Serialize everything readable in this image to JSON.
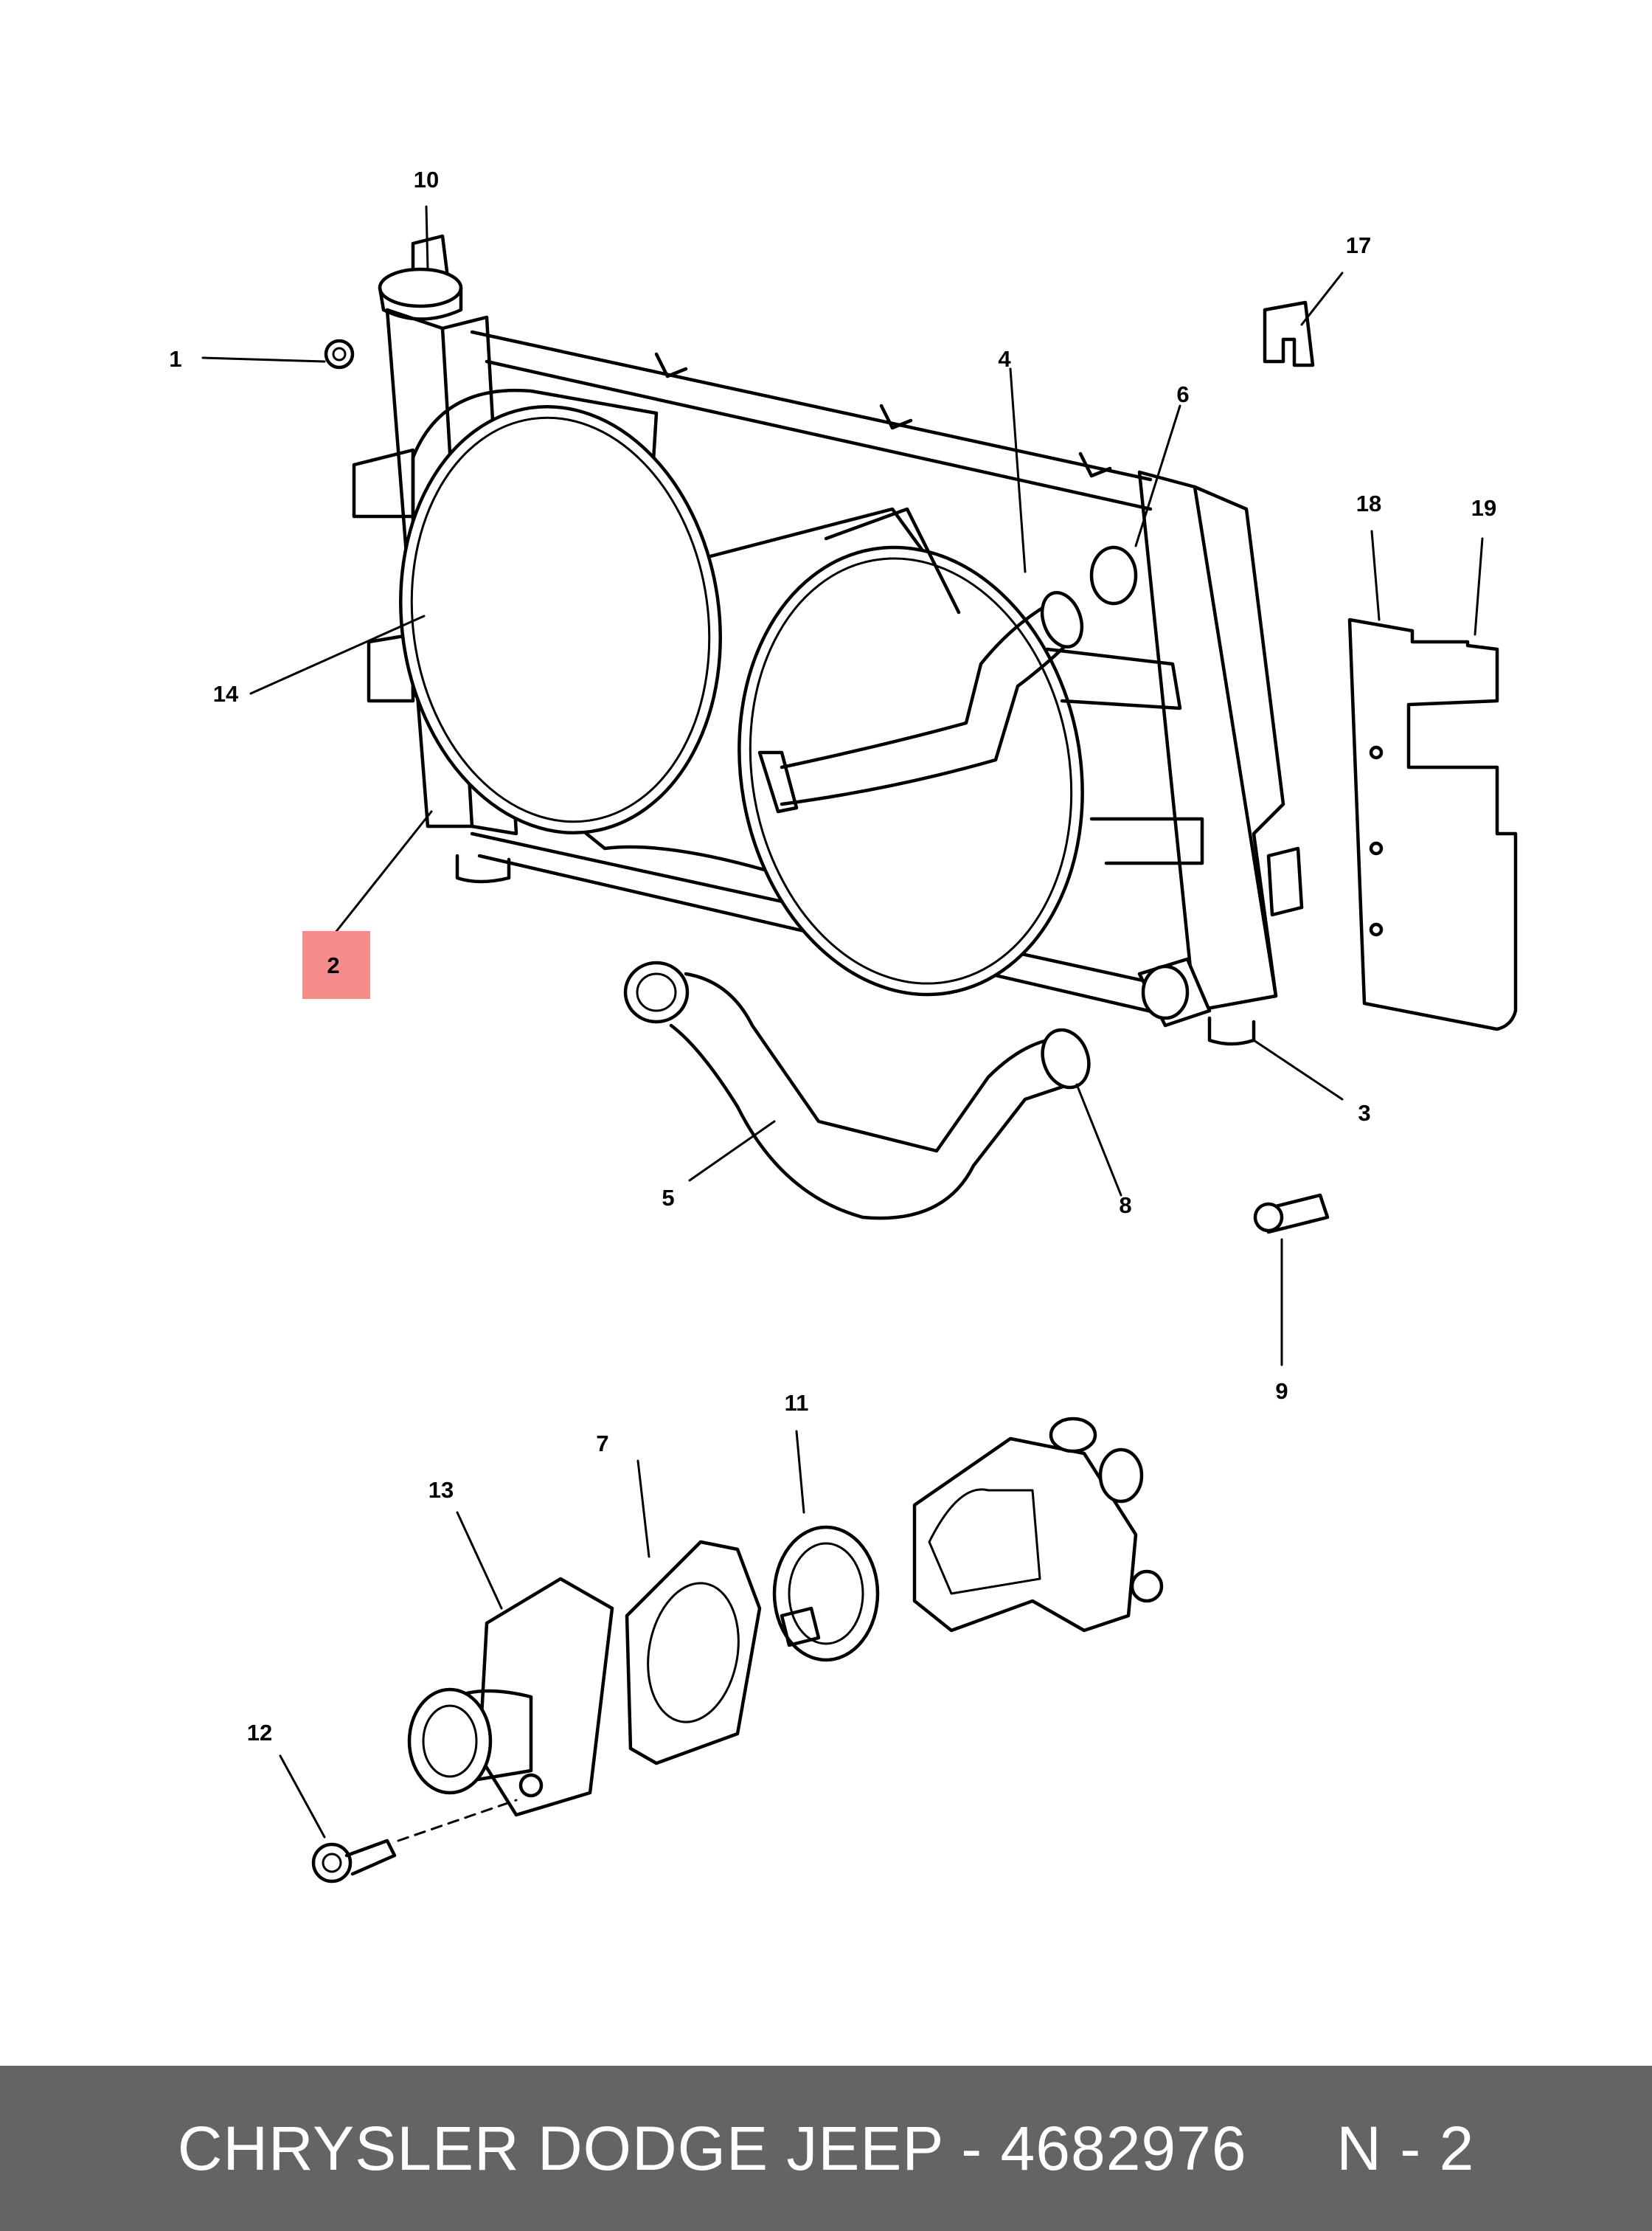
{
  "callouts": {
    "c1": "1",
    "c2": "2",
    "c3": "3",
    "c4": "4",
    "c5": "5",
    "c6": "6",
    "c7": "7",
    "c8": "8",
    "c9": "9",
    "c10": "10",
    "c11": "11",
    "c12": "12",
    "c13": "13",
    "c14": "14",
    "c17": "17",
    "c18": "18",
    "c19": "19"
  },
  "highlight": {
    "callout": "2",
    "color": "#f48c8c"
  },
  "footer": {
    "text": "CHRYSLER DODGE JEEP - 4682976     N - 2",
    "background": "#646464",
    "color": "#ffffff"
  }
}
